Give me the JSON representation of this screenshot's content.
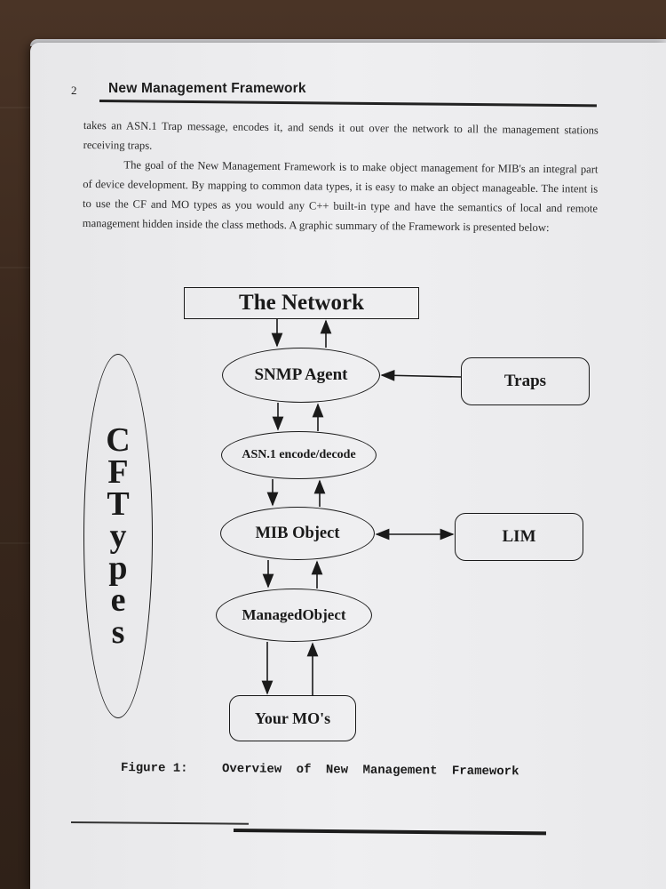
{
  "header": {
    "page_number": "2",
    "running_title": "New Management Framework"
  },
  "body": {
    "para1": "takes an ASN.1 Trap message, encodes it, and sends it out over the network to all the management stations receiving traps.",
    "para2": "The goal of the New Management Framework is to make object management for MIB's an integral part of device development.  By mapping to common data types, it is easy to make an object manageable.  The intent is to use the CF and MO types as you would any C++ built-in type and have the semantics of local and remote management hidden inside the class methods.  A graphic summary of the Framework is presented below:"
  },
  "diagram": {
    "network": "The Network",
    "snmp_agent": "SNMP Agent",
    "asn1": "ASN.1 encode/decode",
    "mib_object": "MIB Object",
    "managed_object": "ManagedObject",
    "your_mos": "Your MO's",
    "traps": "Traps",
    "lim": "LIM",
    "cf_types": [
      "C",
      "F",
      "T",
      "y",
      "p",
      "e",
      "s"
    ]
  },
  "caption": {
    "figure_label": "Figure 1:",
    "words": [
      "Overview",
      "of",
      "New",
      "Management",
      "Framework"
    ]
  }
}
